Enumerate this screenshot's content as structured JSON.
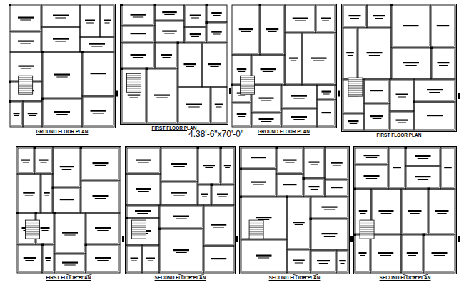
{
  "diagram": {
    "title": "4.38'-6\"x70'-0\"",
    "nodes": [
      {
        "text": [
          "GROUND FLOOR PLAN"
        ]
      },
      {
        "text": [
          "FIRST FLOOR PLAN"
        ]
      },
      {
        "text": [
          "GROUND FLOOR PLAN"
        ]
      },
      {
        "text": [
          "FIRST FLOOR PLAN"
        ]
      },
      {
        "text": [
          "FIRST FLOOR PLAN"
        ]
      },
      {
        "text": [
          "SECOND FLOOR PLAN"
        ]
      },
      {
        "text": [
          "SECOND FLOOR PLAN"
        ]
      },
      {
        "text": [
          "SECOND FLOOR PLAN"
        ]
      }
    ]
  }
}
